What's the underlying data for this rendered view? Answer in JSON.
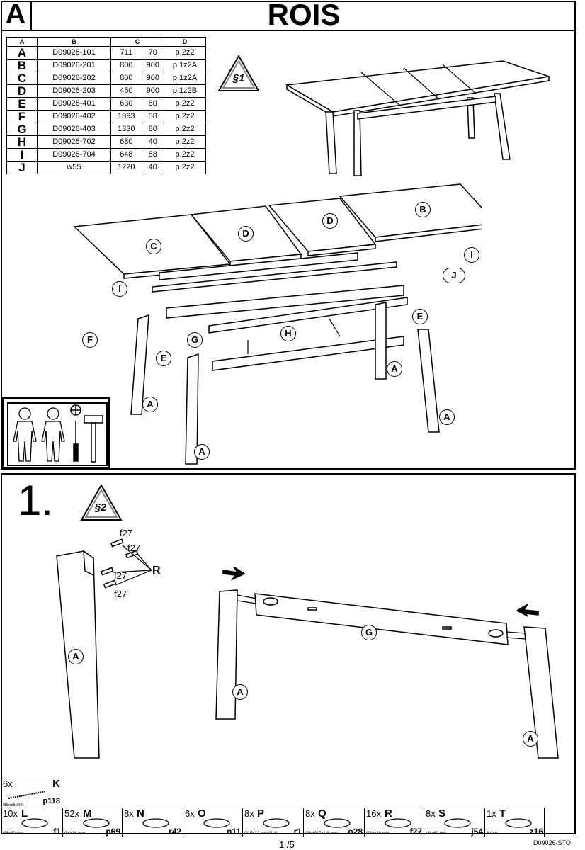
{
  "header": {
    "section": "A",
    "title": "ROIS"
  },
  "parts_table": {
    "columns": [
      "A",
      "B",
      "C",
      "D"
    ],
    "rows": [
      [
        "A",
        "D09026-101",
        "711",
        "70",
        "p.2z2"
      ],
      [
        "B",
        "D09026-201",
        "800",
        "900",
        "p.1z2A"
      ],
      [
        "C",
        "D09026-202",
        "800",
        "900",
        "p.1z2A"
      ],
      [
        "D",
        "D09026-203",
        "450",
        "900",
        "p.1z2B"
      ],
      [
        "E",
        "D09026-401",
        "630",
        "80",
        "p.2z2"
      ],
      [
        "F",
        "D09026-402",
        "1393",
        "58",
        "p.2z2"
      ],
      [
        "G",
        "D09026-403",
        "1330",
        "80",
        "p.2z2"
      ],
      [
        "H",
        "D09026-702",
        "680",
        "40",
        "p.2z2"
      ],
      [
        "I",
        "D09026-704",
        "648",
        "58",
        "p.2z2"
      ],
      [
        "J",
        "w55",
        "1220",
        "40",
        "p.2z2"
      ]
    ]
  },
  "warning1": "§1",
  "warning2": "§2",
  "step_number": "1.",
  "step1_labels": {
    "dowel": "f27",
    "r": "R",
    "a": "A",
    "g": "G"
  },
  "hardware_top": {
    "qty": "6x",
    "letter": "K",
    "size": "Ø5x55 mm",
    "code": "p118"
  },
  "hardware": [
    {
      "qty": "10x",
      "letter": "L",
      "size": "Ø8x30 mm",
      "code": "f1"
    },
    {
      "qty": "52x",
      "letter": "M",
      "size": "Ø4x16 mm",
      "code": "p69"
    },
    {
      "qty": "8x",
      "letter": "N",
      "size": "",
      "code": "r42"
    },
    {
      "qty": "6x",
      "letter": "O",
      "size": "",
      "code": "n11"
    },
    {
      "qty": "8x",
      "letter": "P",
      "size": "Ø15x12 mm Ø16",
      "code": "r1"
    },
    {
      "qty": "8x",
      "letter": "Q",
      "size": "Ø8xØ17x1,8 mm",
      "code": "o28"
    },
    {
      "qty": "16x",
      "letter": "R",
      "size": "Ø10x40 mm",
      "code": "f27"
    },
    {
      "qty": "8x",
      "letter": "S",
      "size": "M8x60 mm",
      "code": "j54"
    },
    {
      "qty": "1x",
      "letter": "T",
      "size": "6 mm",
      "code": "z16"
    }
  ],
  "footer": {
    "page": "1 /5",
    "doc_code": "_D09026-STO"
  }
}
